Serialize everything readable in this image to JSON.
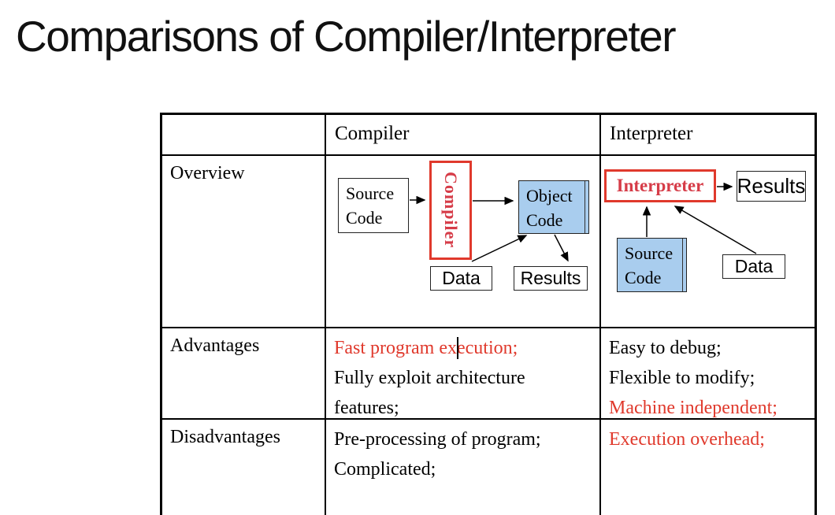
{
  "title": "Comparisons of Compiler/Interpreter",
  "colors": {
    "red": "#e0392c",
    "label_red": "#d63c48",
    "box_blue": "#a9cdee",
    "black": "#000000"
  },
  "table": {
    "headers": {
      "row_label": "",
      "compiler": "Compiler",
      "interpreter": "Interpreter"
    },
    "row_labels": {
      "overview": "Overview",
      "advantages": "Advantages",
      "disadvantages": "Disadvantages"
    },
    "advantages": {
      "compiler": [
        {
          "text": "Fast program execution;",
          "color": "red"
        },
        {
          "text": "Fully exploit architecture features;",
          "color": "black"
        }
      ],
      "interpreter": [
        {
          "text": "Easy to debug;",
          "color": "black"
        },
        {
          "text": "Flexible to modify;",
          "color": "black"
        },
        {
          "text": "Machine independent;",
          "color": "red"
        }
      ]
    },
    "disadvantages": {
      "compiler": [
        {
          "text": "Pre-processing of program;",
          "color": "black"
        },
        {
          "text": "Complicated;",
          "color": "black"
        }
      ],
      "interpreter": [
        {
          "text": "Execution overhead;",
          "color": "red"
        }
      ]
    }
  },
  "compiler_diagram": {
    "source_code": "Source Code",
    "compiler": "Compiler",
    "object_code": "Object Code",
    "data": "Data",
    "results": "Results"
  },
  "interpreter_diagram": {
    "interpreter": "Interpreter",
    "results": "Results",
    "source_code": "Source Code",
    "data": "Data"
  }
}
